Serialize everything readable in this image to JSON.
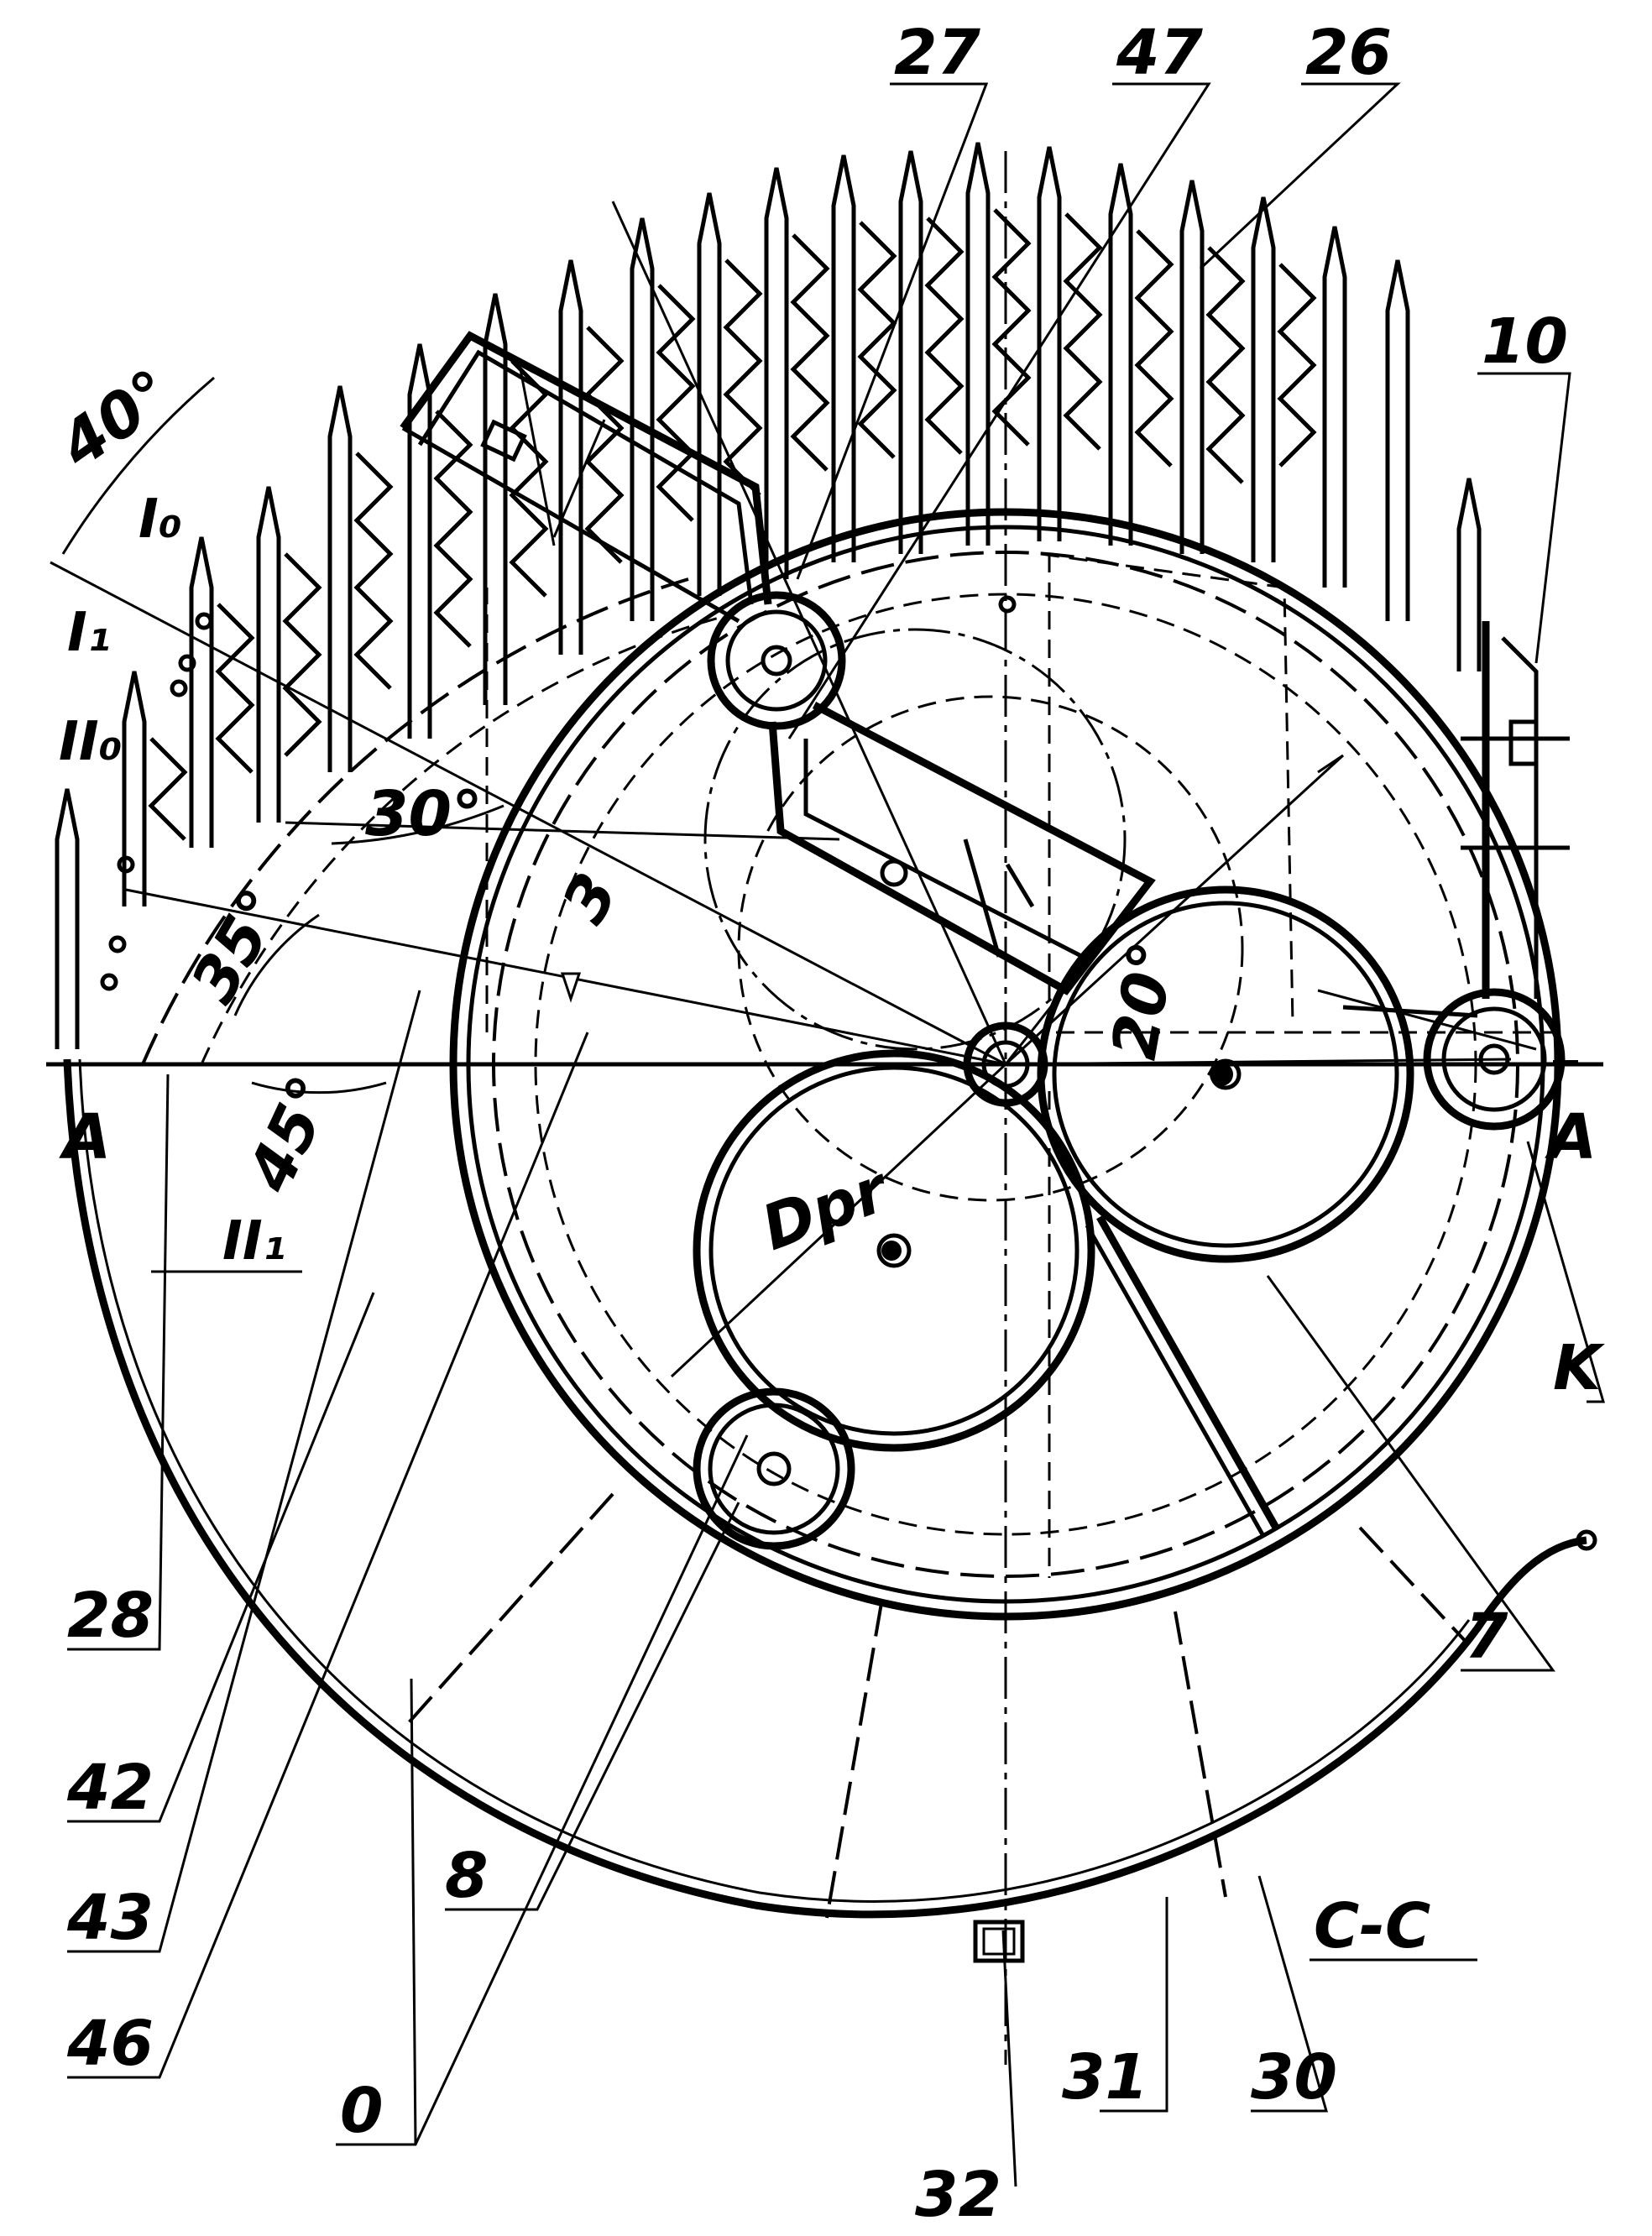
{
  "labels": {
    "l27": "27",
    "l47": "47",
    "l26": "26",
    "l10": "10",
    "l40": "40°",
    "lI0": "I₀",
    "lI1": "I₁",
    "lII0": "II₀",
    "lII1": "II₁",
    "l30deg": "30°",
    "l35": "35°",
    "l45": "45°",
    "l3": "3",
    "l20": "20°",
    "lA1": "A",
    "lA2": "A",
    "lDpr": "Dpr",
    "lK": "K",
    "l28": "28",
    "l42": "42",
    "l43": "43",
    "l46": "46",
    "l8": "8",
    "l0": "0",
    "l32": "32",
    "l31": "31",
    "l30": "30",
    "l7": "7",
    "lCC": "C-C"
  },
  "colors": {
    "ink": "#000000",
    "paper": "#ffffff"
  }
}
